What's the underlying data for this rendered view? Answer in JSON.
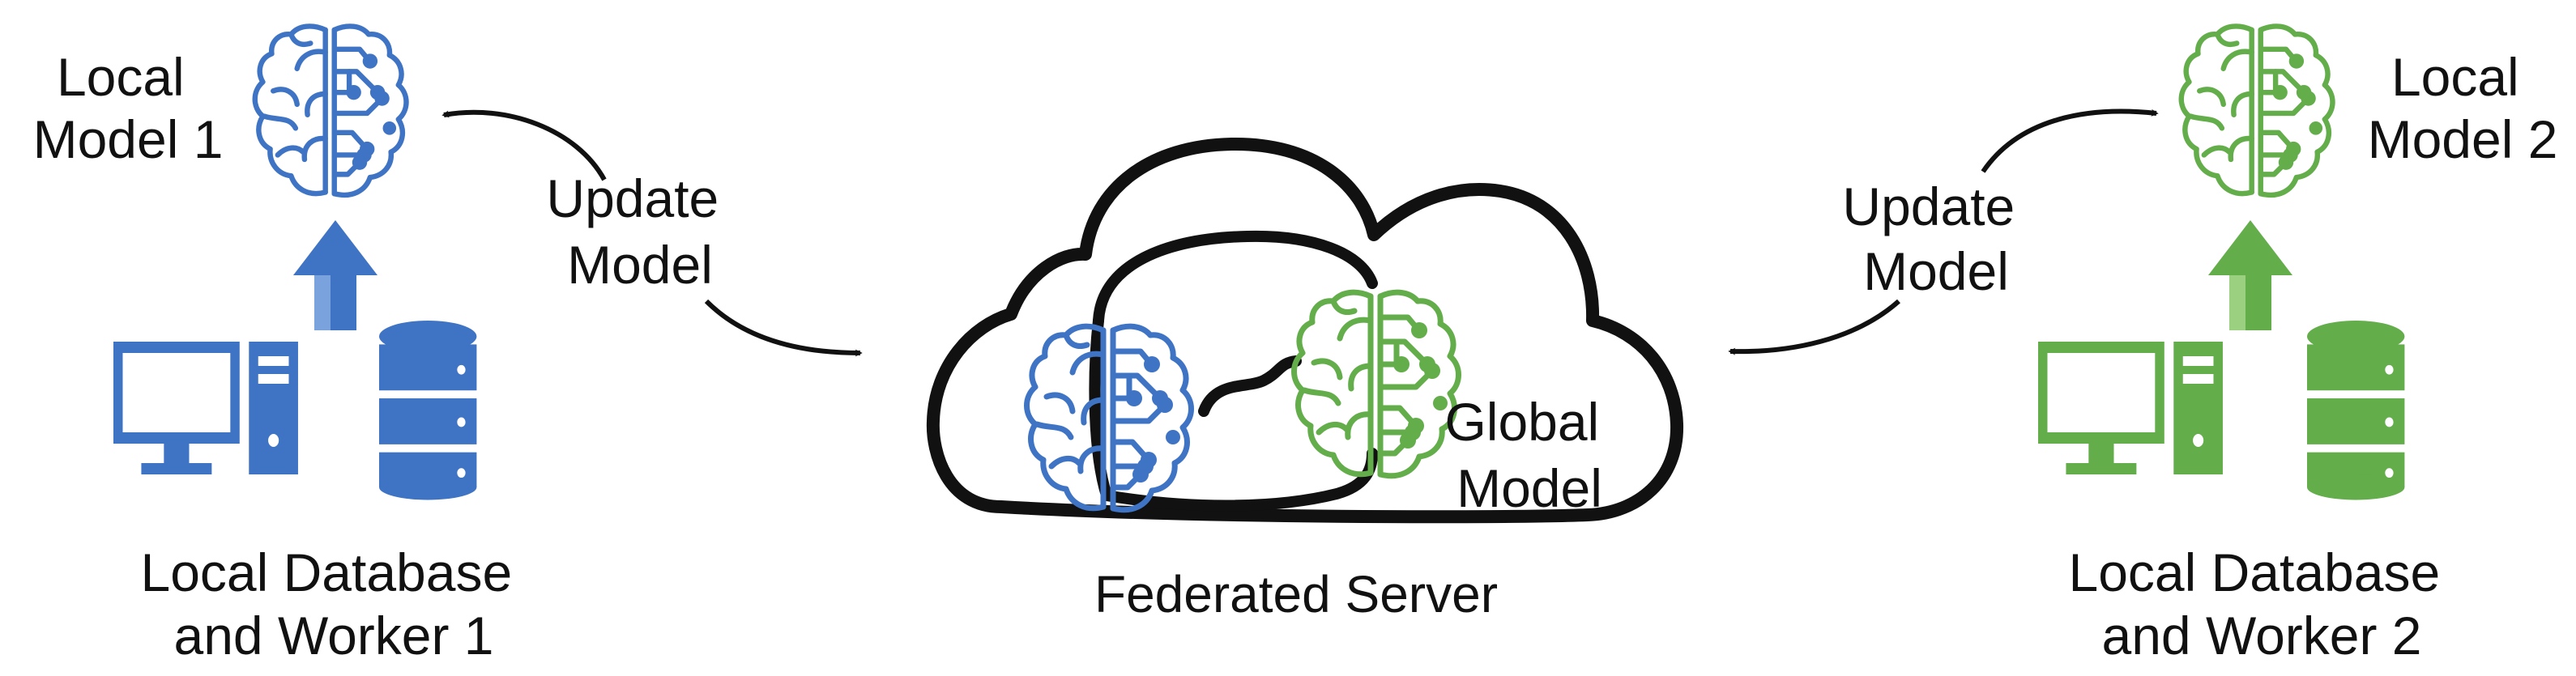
{
  "colors": {
    "blue": "#3f74c4",
    "blue_light": "#7aa3dd",
    "green": "#63ad4b",
    "green_light": "#9bd080",
    "ink": "#111111",
    "background": "#ffffff"
  },
  "icons": {
    "brain": "brain-circuit-icon",
    "computer": "desktop-computer-icon",
    "database": "database-icon",
    "cloud": "cloud-icon",
    "arrow": "arrow-icon"
  },
  "left": {
    "model_label": [
      "Local",
      "Model 1"
    ],
    "update_label": [
      "Update",
      "Model"
    ],
    "worker_label": [
      "Local Database",
      "and Worker 1"
    ]
  },
  "right": {
    "model_label": [
      "Local",
      "Model 2"
    ],
    "update_label": [
      "Update",
      "Model"
    ],
    "worker_label": [
      "Local Database",
      "and Worker 2"
    ]
  },
  "server": {
    "global_label": [
      "Global",
      "Model"
    ],
    "server_label": "Federated Server"
  }
}
